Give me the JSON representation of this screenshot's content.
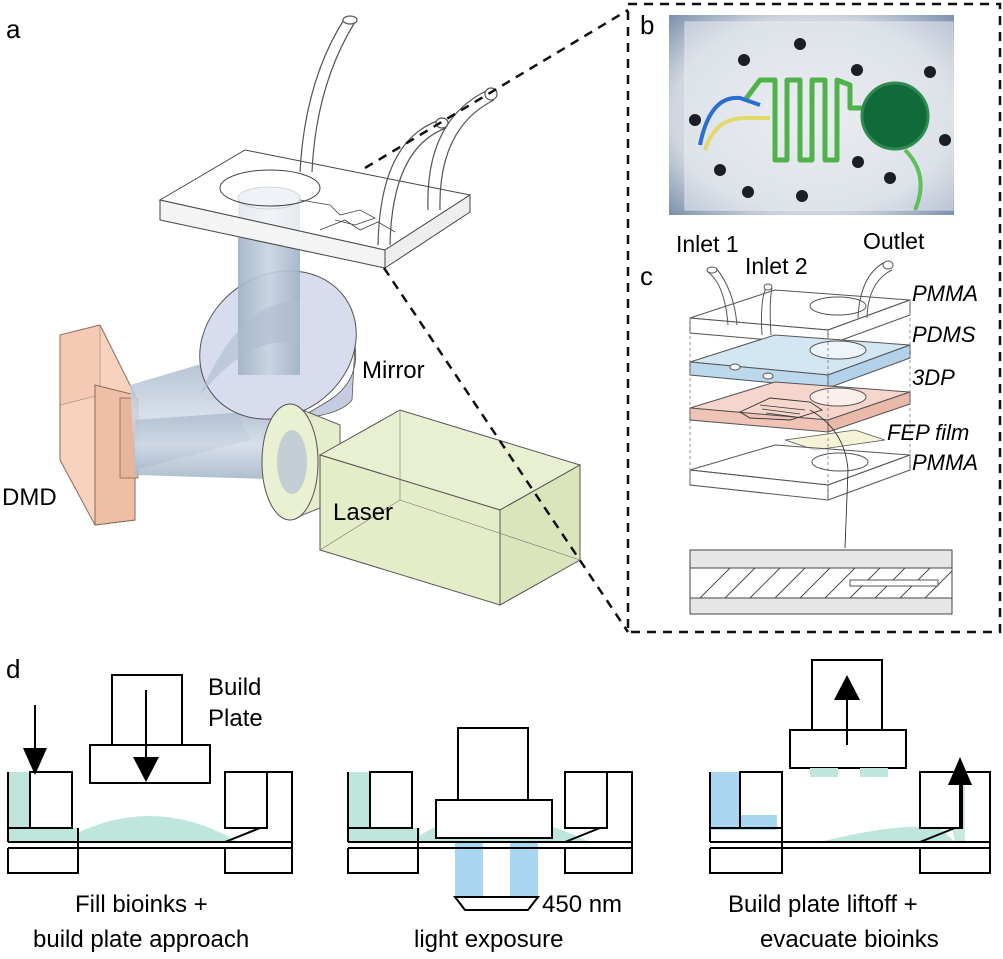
{
  "panels": {
    "a": "a",
    "b": "b",
    "c": "c",
    "d": "d"
  },
  "panel_a": {
    "mirror": "Mirror",
    "dmd": "DMD",
    "laser": "Laser"
  },
  "panel_c": {
    "inlet1": "Inlet 1",
    "inlet2": "Inlet 2",
    "outlet": "Outlet",
    "layers": [
      "PMMA",
      "PDMS",
      "3DP",
      "FEP film",
      "PMMA"
    ]
  },
  "panel_d": {
    "build_plate_line1": "Build",
    "build_plate_line2": "Plate",
    "wavelength": "450 nm",
    "step1_line1": "Fill bioinks  +",
    "step1_line2": "build plate approach",
    "step2_line1": "light exposure",
    "step3_line1": "Build plate liftoff +",
    "step3_line2": "evacuate bioinks"
  },
  "colors": {
    "dmd": "#f6d2bf",
    "laser": "#e4ecc8",
    "beam": "#b8c6d6",
    "mirror": "#d7dcee",
    "bioink": "#bfe6dc",
    "light": "#a9d6f0",
    "pdms": "#d2e6f4",
    "layer_3dp": "#f6d6cc",
    "chip_photo_bg": "#8fa2bd",
    "channel_green": "#4fb34a",
    "chamber_green": "#0f6b3a"
  }
}
